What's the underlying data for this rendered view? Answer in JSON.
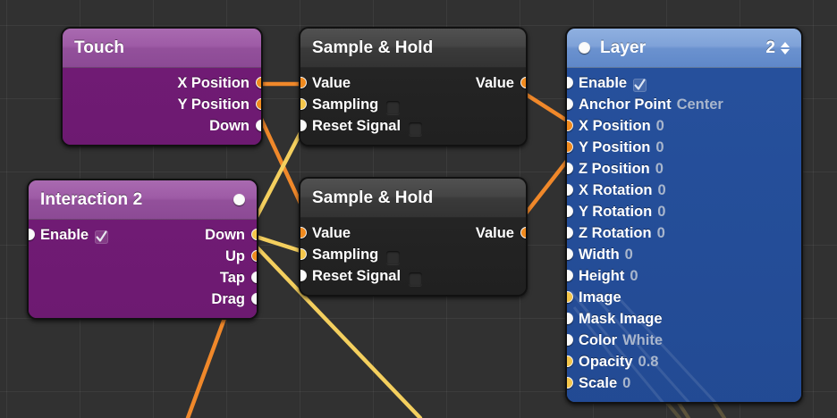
{
  "canvas": {
    "background_color": "#313131",
    "grid_color": "rgba(255,255,255,0.055)",
    "grid_spacing": 82
  },
  "palette": {
    "port_white": "#fbfbfb",
    "port_orange": "#f08a1e",
    "port_yellow": "#f5c64a",
    "wire_orange": "#f0882a",
    "wire_yellow": "#f4cf5e",
    "node_purple": "#6d1a71",
    "node_dark": "#202020",
    "node_blue": "#234c97"
  },
  "nodes": {
    "touch": {
      "title": "Touch",
      "outputs": [
        {
          "label": "X Position",
          "port": "orange"
        },
        {
          "label": "Y Position",
          "port": "orange"
        },
        {
          "label": "Down",
          "port": "white"
        }
      ]
    },
    "interaction": {
      "title": "Interaction 2",
      "header_port": "white",
      "inputs": [
        {
          "label": "Enable",
          "port": "white",
          "control": "checkbox",
          "checked": true
        }
      ],
      "outputs": [
        {
          "label": "Down",
          "port": "yellow"
        },
        {
          "label": "Up",
          "port": "orange"
        },
        {
          "label": "Tap",
          "port": "white"
        },
        {
          "label": "Drag",
          "port": "white"
        }
      ]
    },
    "sample_hold_1": {
      "title": "Sample & Hold",
      "inputs": [
        {
          "label": "Value",
          "port": "orange",
          "control": "none"
        },
        {
          "label": "Sampling",
          "port": "yellow",
          "control": "box"
        },
        {
          "label": "Reset Signal",
          "port": "white",
          "control": "box"
        }
      ],
      "outputs": [
        {
          "label": "Value",
          "port": "orange"
        }
      ]
    },
    "sample_hold_2": {
      "title": "Sample & Hold",
      "inputs": [
        {
          "label": "Value",
          "port": "orange",
          "control": "none"
        },
        {
          "label": "Sampling",
          "port": "yellow",
          "control": "box"
        },
        {
          "label": "Reset Signal",
          "port": "white",
          "control": "box"
        }
      ],
      "outputs": [
        {
          "label": "Value",
          "port": "orange"
        }
      ]
    },
    "layer": {
      "title": "Layer",
      "header_port": "white",
      "stepper_value": "2",
      "inputs": [
        {
          "label": "Enable",
          "port": "white",
          "value": "",
          "control": "checkbox",
          "checked": true
        },
        {
          "label": "Anchor Point",
          "port": "white",
          "value": "Center",
          "control": "none"
        },
        {
          "label": "X Position",
          "port": "orange",
          "value": "0",
          "control": "none"
        },
        {
          "label": "Y Position",
          "port": "orange",
          "value": "0",
          "control": "none"
        },
        {
          "label": "Z Position",
          "port": "white",
          "value": "0",
          "control": "none"
        },
        {
          "label": "X Rotation",
          "port": "white",
          "value": "0",
          "control": "none"
        },
        {
          "label": "Y Rotation",
          "port": "white",
          "value": "0",
          "control": "none"
        },
        {
          "label": "Z Rotation",
          "port": "white",
          "value": "0",
          "control": "none"
        },
        {
          "label": "Width",
          "port": "white",
          "value": "0",
          "control": "none"
        },
        {
          "label": "Height",
          "port": "white",
          "value": "0",
          "control": "none"
        },
        {
          "label": "Image",
          "port": "yellow",
          "value": "",
          "control": "none"
        },
        {
          "label": "Mask Image",
          "port": "white",
          "value": "",
          "control": "none"
        },
        {
          "label": "Color",
          "port": "white",
          "value": "White",
          "control": "none"
        },
        {
          "label": "Opacity",
          "port": "yellow",
          "value": "0.8",
          "control": "none"
        },
        {
          "label": "Scale",
          "port": "yellow",
          "value": "0",
          "control": "none"
        }
      ]
    }
  },
  "connections": [
    {
      "from": "touch.X Position",
      "to": "sample_hold_1.Value",
      "color": "#f0882a"
    },
    {
      "from": "touch.Y Position",
      "to": "sample_hold_2.Value",
      "color": "#f0882a"
    },
    {
      "from": "interaction.Down",
      "to": "sample_hold_1.Sampling",
      "color": "#f4cf5e"
    },
    {
      "from": "interaction.Down",
      "to": "sample_hold_2.Sampling",
      "color": "#f4cf5e"
    },
    {
      "from": "interaction.Down",
      "to": "offscreen-bottom",
      "color": "#f4cf5e"
    },
    {
      "from": "interaction.Up",
      "to": "offscreen-bottom-left",
      "color": "#f0882a"
    },
    {
      "from": "sample_hold_1.Value-out",
      "to": "layer.X Position",
      "color": "#f0882a"
    },
    {
      "from": "sample_hold_2.Value-out",
      "to": "layer.Y Position",
      "color": "#f0882a"
    }
  ]
}
